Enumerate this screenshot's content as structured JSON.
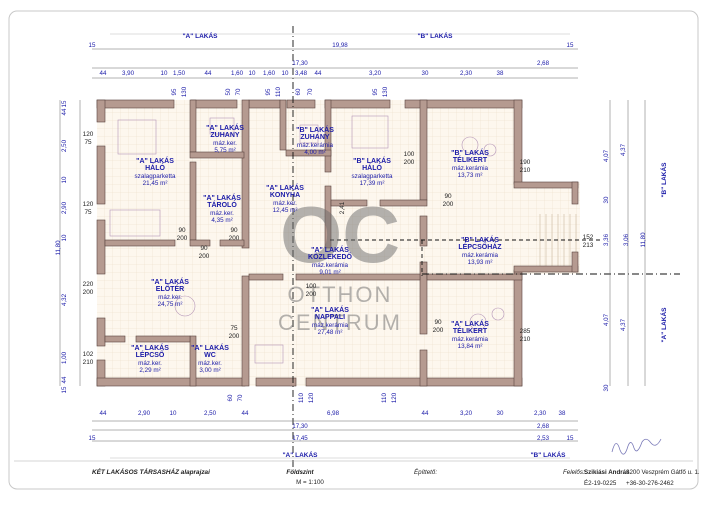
{
  "header_labels": {
    "top_a": "\"A\" LAKÁS",
    "top_b": "\"B\" LAKÁS",
    "bottom_a": "\"A\" LAKÁS",
    "bottom_b": "\"B\" LAKÁS",
    "side_b": "\"B\" LAKÁS",
    "side_a": "\"A\" LAKÁS"
  },
  "dims_top": {
    "row1": [
      "15",
      "19,98",
      "15"
    ],
    "row2": [
      "17,30",
      "2,68"
    ],
    "row3": [
      "44",
      "3,90",
      "10",
      "1,50",
      "44",
      "1,60",
      "10",
      "1,60",
      "10",
      "3,48",
      "44",
      "3,20",
      "30",
      "2,30",
      "38"
    ],
    "openings": [
      "95",
      "130",
      "50",
      "70",
      "95",
      "110",
      "60",
      "70",
      "95",
      "130"
    ]
  },
  "dims_bottom": {
    "row3": [
      "44",
      "2,90",
      "10",
      "2,50",
      "44",
      "6,98",
      "44",
      "3,20",
      "30",
      "2,30",
      "38"
    ],
    "row2": [
      "17,30",
      "2,68"
    ],
    "row1": [
      "15",
      "17,45",
      "2,53",
      "15"
    ],
    "openings": [
      "60",
      "70",
      "110",
      "120",
      "110",
      "120"
    ]
  },
  "dims_left": [
    "15",
    "44",
    "2,50",
    "10",
    "2,90",
    "10",
    "11,80",
    "4,32",
    "1,00",
    "44",
    "15"
  ],
  "dims_right": [
    "4,07",
    "4,37",
    "30",
    "3,06",
    "3,36",
    "11,80",
    "4,07",
    "4,37",
    "30"
  ],
  "rooms": [
    {
      "name": "\"A\" LAKÁS\nHÁLÓ",
      "floor": "szalagparketta",
      "area": "21,45 m²"
    },
    {
      "name": "\"A\" LAKÁS\nZUHANY",
      "floor": "máz.ker.",
      "area": "5,75 m²"
    },
    {
      "name": "\"A\" LAKÁS\nTÁROLÓ",
      "floor": "máz.ker.",
      "area": "4,35 m²"
    },
    {
      "name": "\"B\" LAKÁS\nZUHANY",
      "floor": "máz.kerámia",
      "area": "4,00 m²"
    },
    {
      "name": "\"A\" LAKÁS\nKONYHA",
      "floor": "máz.ker.",
      "area": "12,45 m²"
    },
    {
      "name": "\"B\" LAKÁS\nHÁLÓ",
      "floor": "szalagparketta",
      "area": "17,39 m²"
    },
    {
      "name": "\"B\" LAKÁS\nTÉLIKERT",
      "floor": "máz.kerámia",
      "area": "13,73 m²"
    },
    {
      "name": "\"A\" LAKÁS\nKÖZLEKEDŐ",
      "floor": "máz.kerámia",
      "area": "9,01 m²"
    },
    {
      "name": "\"B\" LAKÁS\nLÉPCSŐHÁZ",
      "floor": "máz.kerámia",
      "area": "13,93 m²"
    },
    {
      "name": "\"A\" LAKÁS\nELŐTÉR",
      "floor": "máz.ker.",
      "area": "24,75 m²"
    },
    {
      "name": "\"A\" LAKÁS\nNAPPALI",
      "floor": "máz.kerámia",
      "area": "27,48 m²"
    },
    {
      "name": "\"A\" LAKÁS\nTÉLIKERT",
      "floor": "máz.kerámia",
      "area": "13,84 m²"
    },
    {
      "name": "\"A\" LAKÁS\nLÉPCSŐ",
      "floor": "máz.ker.",
      "area": "2,29 m²"
    },
    {
      "name": "\"A\" LAKÁS\nWC",
      "floor": "máz.ker.",
      "area": "3,00 m²"
    }
  ],
  "door_marks": [
    "120\n75",
    "120\n75",
    "220\n200",
    "102\n210",
    "90\n200",
    "90\n200",
    "90\n200",
    "100\n200",
    "190\n210",
    "90\n200",
    "152\n213",
    "285\n210",
    "90\n200",
    "75\n200",
    "2,41",
    "100\n200"
  ],
  "watermark": {
    "logo": "OC",
    "line1": "OTTHON",
    "line2": "CENTRUM"
  },
  "title_block": {
    "title": "KÉT LAKÁSOS TÁRSASHÁZ alaprajzai",
    "level": "Földszint",
    "scale": "M = 1:100",
    "builder_label": "Építtető:",
    "designer_label": "Felelős:",
    "designer_name": "Szikiási András",
    "address": "8200 Veszprém Gátfő u. 1.",
    "reg_no": "É2-19-0225",
    "phone": "+36-30-276-2462"
  },
  "colors": {
    "wall": "#b59a90",
    "wall_stroke": "#5a4440",
    "dim": "#1a1aa8",
    "floor": "#fdf6ec"
  }
}
